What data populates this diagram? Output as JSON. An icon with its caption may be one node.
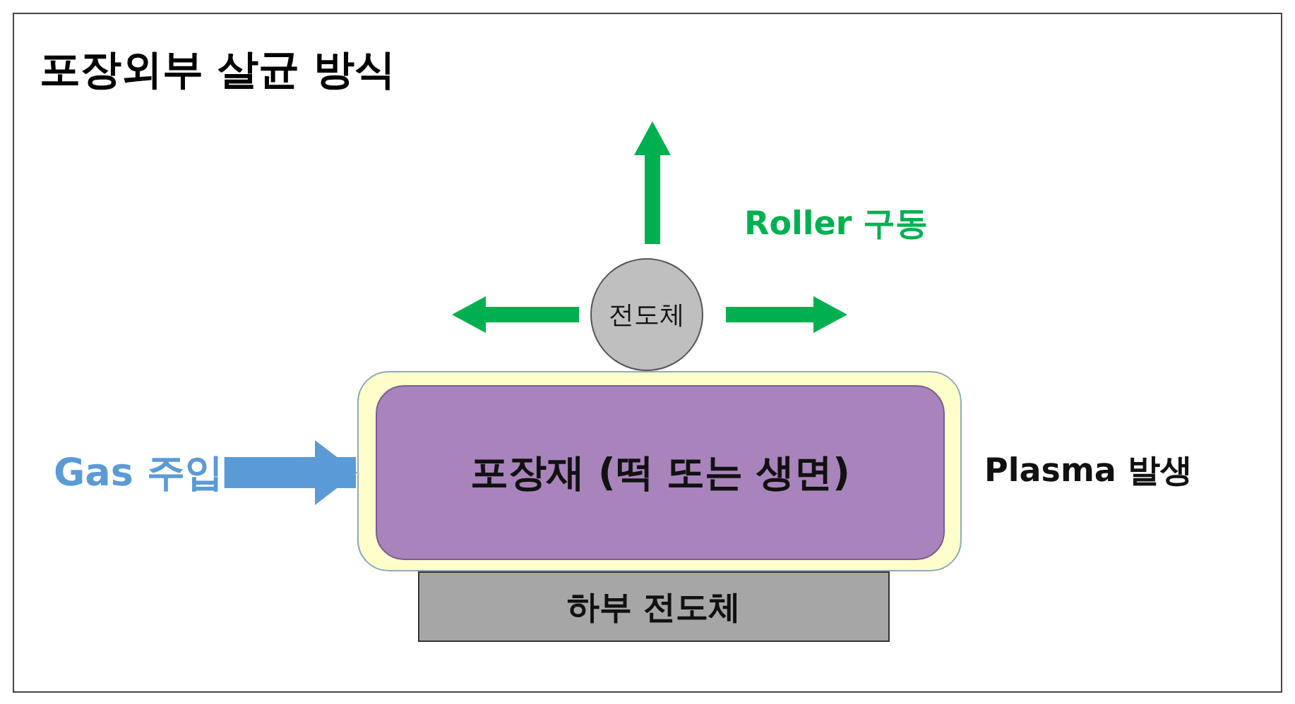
{
  "diagram": {
    "title": "포장외부 살균 방식",
    "nodes": [
      {
        "text": [],
        "shape": "box",
        "beside": [
          "Plasma 발생"
        ]
      },
      {
        "text": [
          "포장재 (떡 또는 생면)"
        ],
        "in": 0
      },
      {
        "text": [
          "전도체"
        ]
      },
      {
        "text": [
          "하부 전도체"
        ]
      },
      {
        "text": [
          "Gas 주입"
        ]
      }
    ],
    "edges": [
      {
        "from": 4,
        "to": 0,
        "arrow": "to"
      }
    ],
    "labels": [
      "Roller 구동"
    ]
  }
}
